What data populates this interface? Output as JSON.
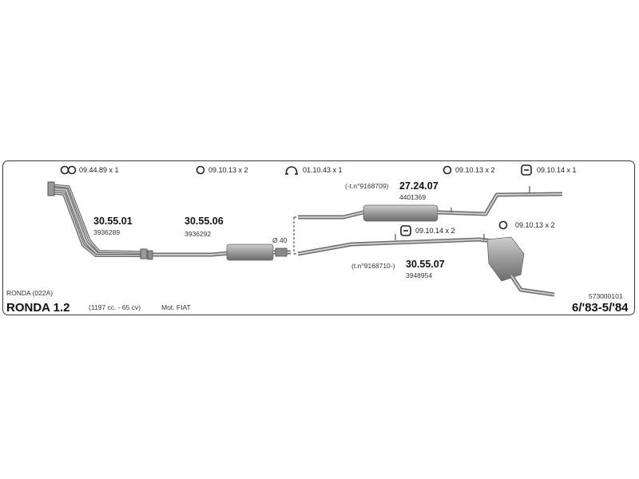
{
  "model": {
    "name": "RONDA 1.2",
    "variant": "RONDA (022A)",
    "engine_spec": "(1197 cc. - 65 cv)",
    "motor": "Mot. FIAT",
    "period": "6/'83-5/'84",
    "catalog_no": "573000101"
  },
  "accessories": [
    {
      "code": "09.44.89 x 1",
      "icon": "flange-gasket-icon"
    },
    {
      "code": "09.10.13 x 2",
      "icon": "ring-icon"
    },
    {
      "code": "01.10.43 x 1",
      "icon": "clamp-icon"
    },
    {
      "code": "09.10.13 x 2",
      "icon": "ring-icon"
    },
    {
      "code": "09.10.14 x 1",
      "icon": "rubber-hanger-icon"
    },
    {
      "code": "09.10.14 x 2",
      "icon": "rubber-hanger-icon"
    },
    {
      "code": "09.10.13 x 2",
      "icon": "ring-icon"
    }
  ],
  "parts": [
    {
      "code": "30.55.01",
      "ref": "3936289",
      "note": ""
    },
    {
      "code": "30.55.06",
      "ref": "3936292",
      "note": ""
    },
    {
      "code": "27.24.07",
      "ref": "4401369",
      "note": "(-t.n°9168709)"
    },
    {
      "code": "30.55.07",
      "ref": "3948954",
      "note": "(t.n°9168710-)"
    }
  ],
  "diameter": "Ø 40",
  "colors": {
    "pipe": "#a8a8a8",
    "pipe_dark": "#6e6e6e",
    "frame": "#3a3a3a"
  }
}
